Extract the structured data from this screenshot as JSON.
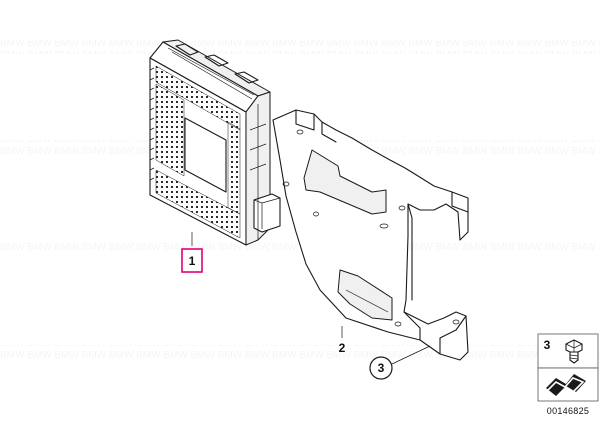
{
  "callouts": [
    {
      "id": "1",
      "label": "1",
      "style": "magenta-box"
    },
    {
      "id": "2",
      "label": "2",
      "style": "plain"
    },
    {
      "id": "3",
      "label": "3",
      "style": "circle"
    }
  ],
  "legend": {
    "item_number": "3",
    "icon": "bolt-icon",
    "direction_icon": "arrow-icon"
  },
  "drawing_number": "00146825",
  "colors": {
    "highlight": "#e0007a",
    "line": "#1a1a1a",
    "watermark": "#ececec"
  }
}
